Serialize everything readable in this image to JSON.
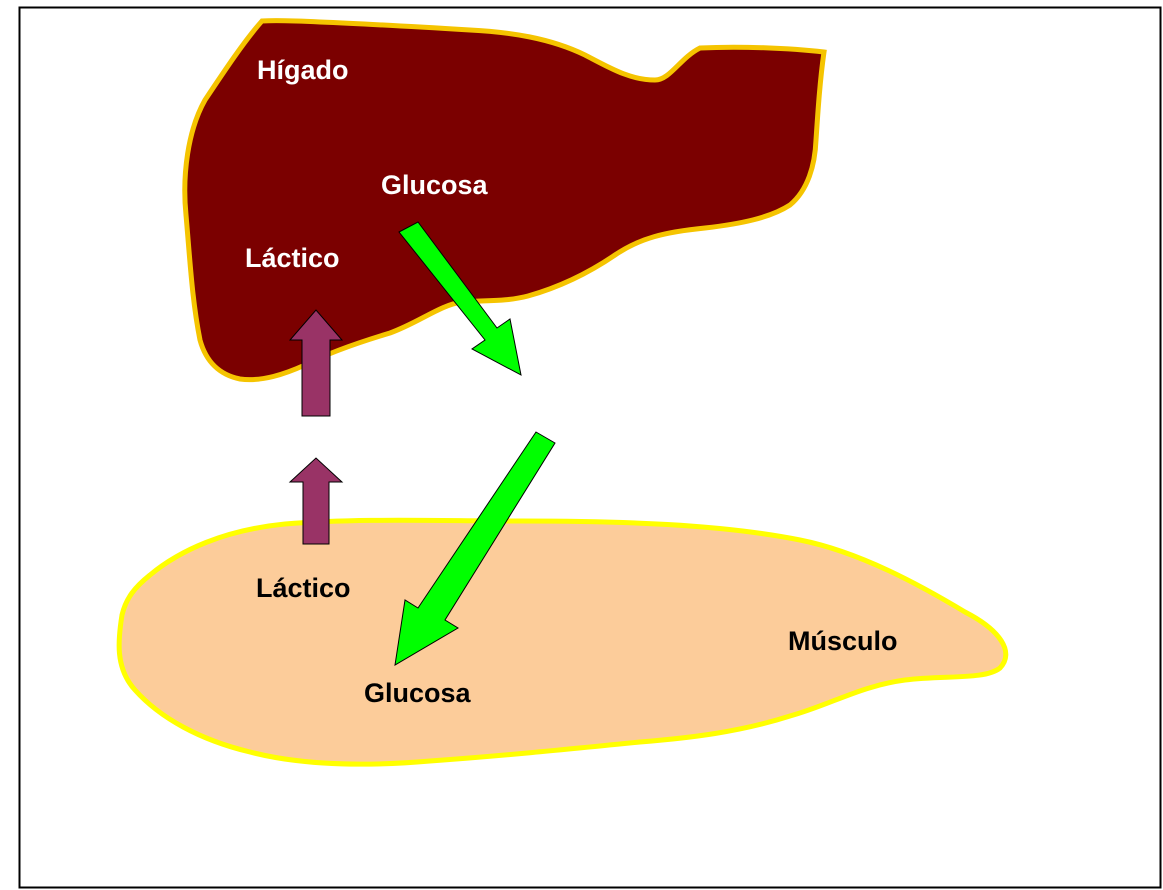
{
  "colors": {
    "liver_fill": "#7b0000",
    "liver_outline": "#f5c400",
    "muscle_fill": "#fccc9a",
    "muscle_outline": "#ffff00",
    "glucose_arrow": "#00ff00",
    "lactate_arrow": "#993366",
    "label_on_liver": "#ffffff",
    "label_on_background": "#000000"
  },
  "organs": {
    "liver": {
      "label": "Hígado"
    },
    "muscle": {
      "label": "Músculo"
    }
  },
  "labels": {
    "liver_glucose": "Glucosa",
    "liver_lactate": "Láctico",
    "muscle_lactate": "Láctico",
    "muscle_glucose": "Glucosa"
  },
  "arrows": [
    {
      "name": "glucose-liver-arrow",
      "molecule": "Glucosa",
      "direction": "down"
    },
    {
      "name": "glucose-to-muscle-arrow",
      "molecule": "Glucosa",
      "direction": "down"
    },
    {
      "name": "lactate-to-liver-arrow",
      "molecule": "Láctico",
      "direction": "up"
    },
    {
      "name": "lactate-from-muscle-arrow",
      "molecule": "Láctico",
      "direction": "up"
    }
  ]
}
